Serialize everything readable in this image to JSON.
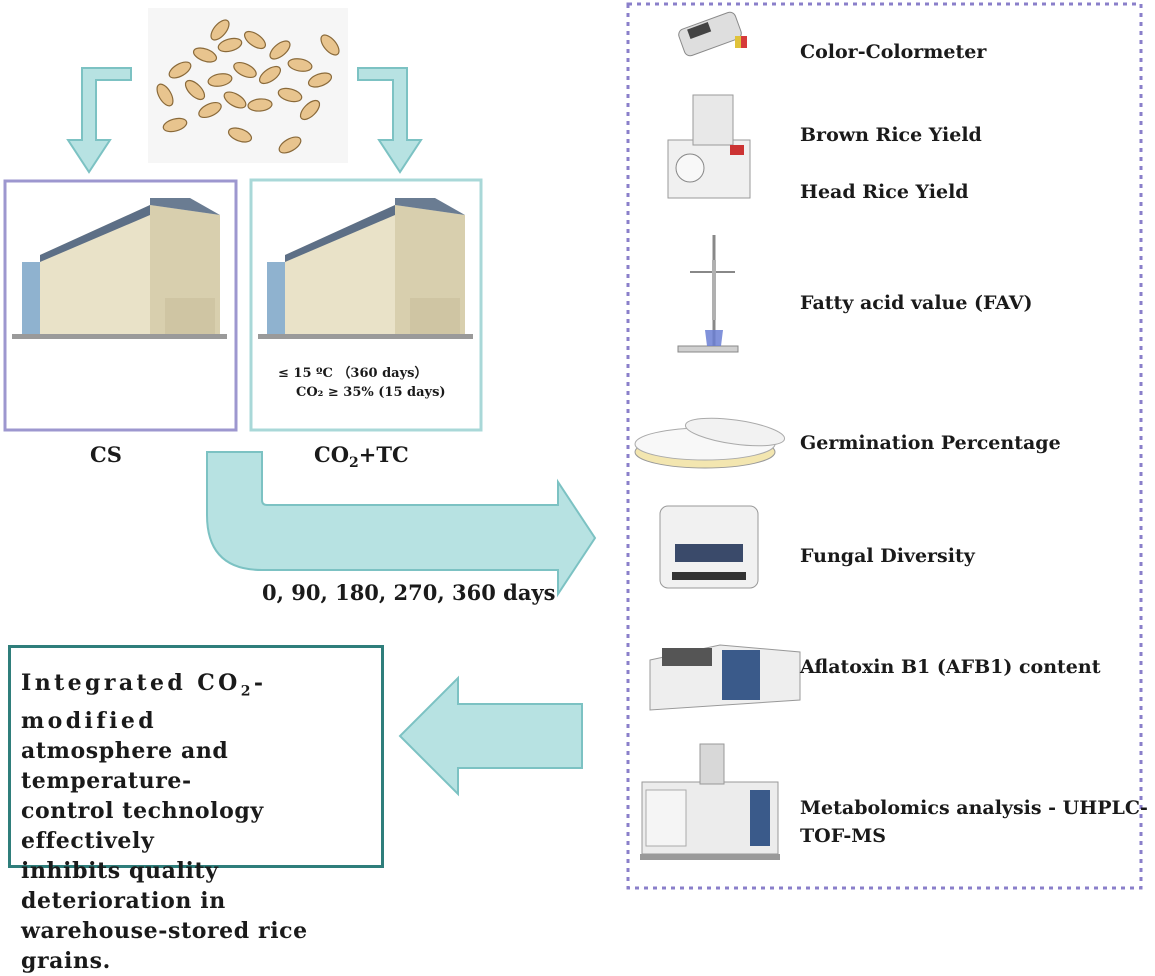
{
  "groups": {
    "cs_label": "CS",
    "co2tc_label_main": "CO",
    "co2tc_label_sub": "2",
    "co2tc_label_rest": "+TC",
    "condition_temp": "≤ 15 ºC （360 days）",
    "condition_co2": "CO₂ ≥ 35% (15 days)"
  },
  "sampling": {
    "days": "0, 90, 180, 270, 360 days"
  },
  "methods": [
    {
      "label": "Color-Colormeter"
    },
    {
      "label": "Brown Rice Yield"
    },
    {
      "label": "Head Rice Yield"
    },
    {
      "label": "Fatty acid value (FAV)"
    },
    {
      "label": "Germination Percentage"
    },
    {
      "label": "Fungal Diversity"
    },
    {
      "label": "Aflatoxin B1 (AFB1) content"
    },
    {
      "label": "Metabolomics analysis - UHPLC-"
    },
    {
      "label": "TOF-MS"
    }
  ],
  "conclusion": {
    "line1_a": "Integrated CO",
    "line1_sub": "2",
    "line1_b": "-modified",
    "line2": "atmosphere and temperature-",
    "line3": "control technology effectively",
    "line4": "inhibits quality deterioration in",
    "line5": "warehouse-stored rice grains."
  },
  "colors": {
    "arrow_fill": "#b7e2e2",
    "arrow_stroke": "#7cc2c3",
    "cs_border": "#9d97cf",
    "co2tc_border": "#a9d8d8",
    "panel_border": "#8a7fca",
    "conclusion_border": "#2f7e7b"
  }
}
